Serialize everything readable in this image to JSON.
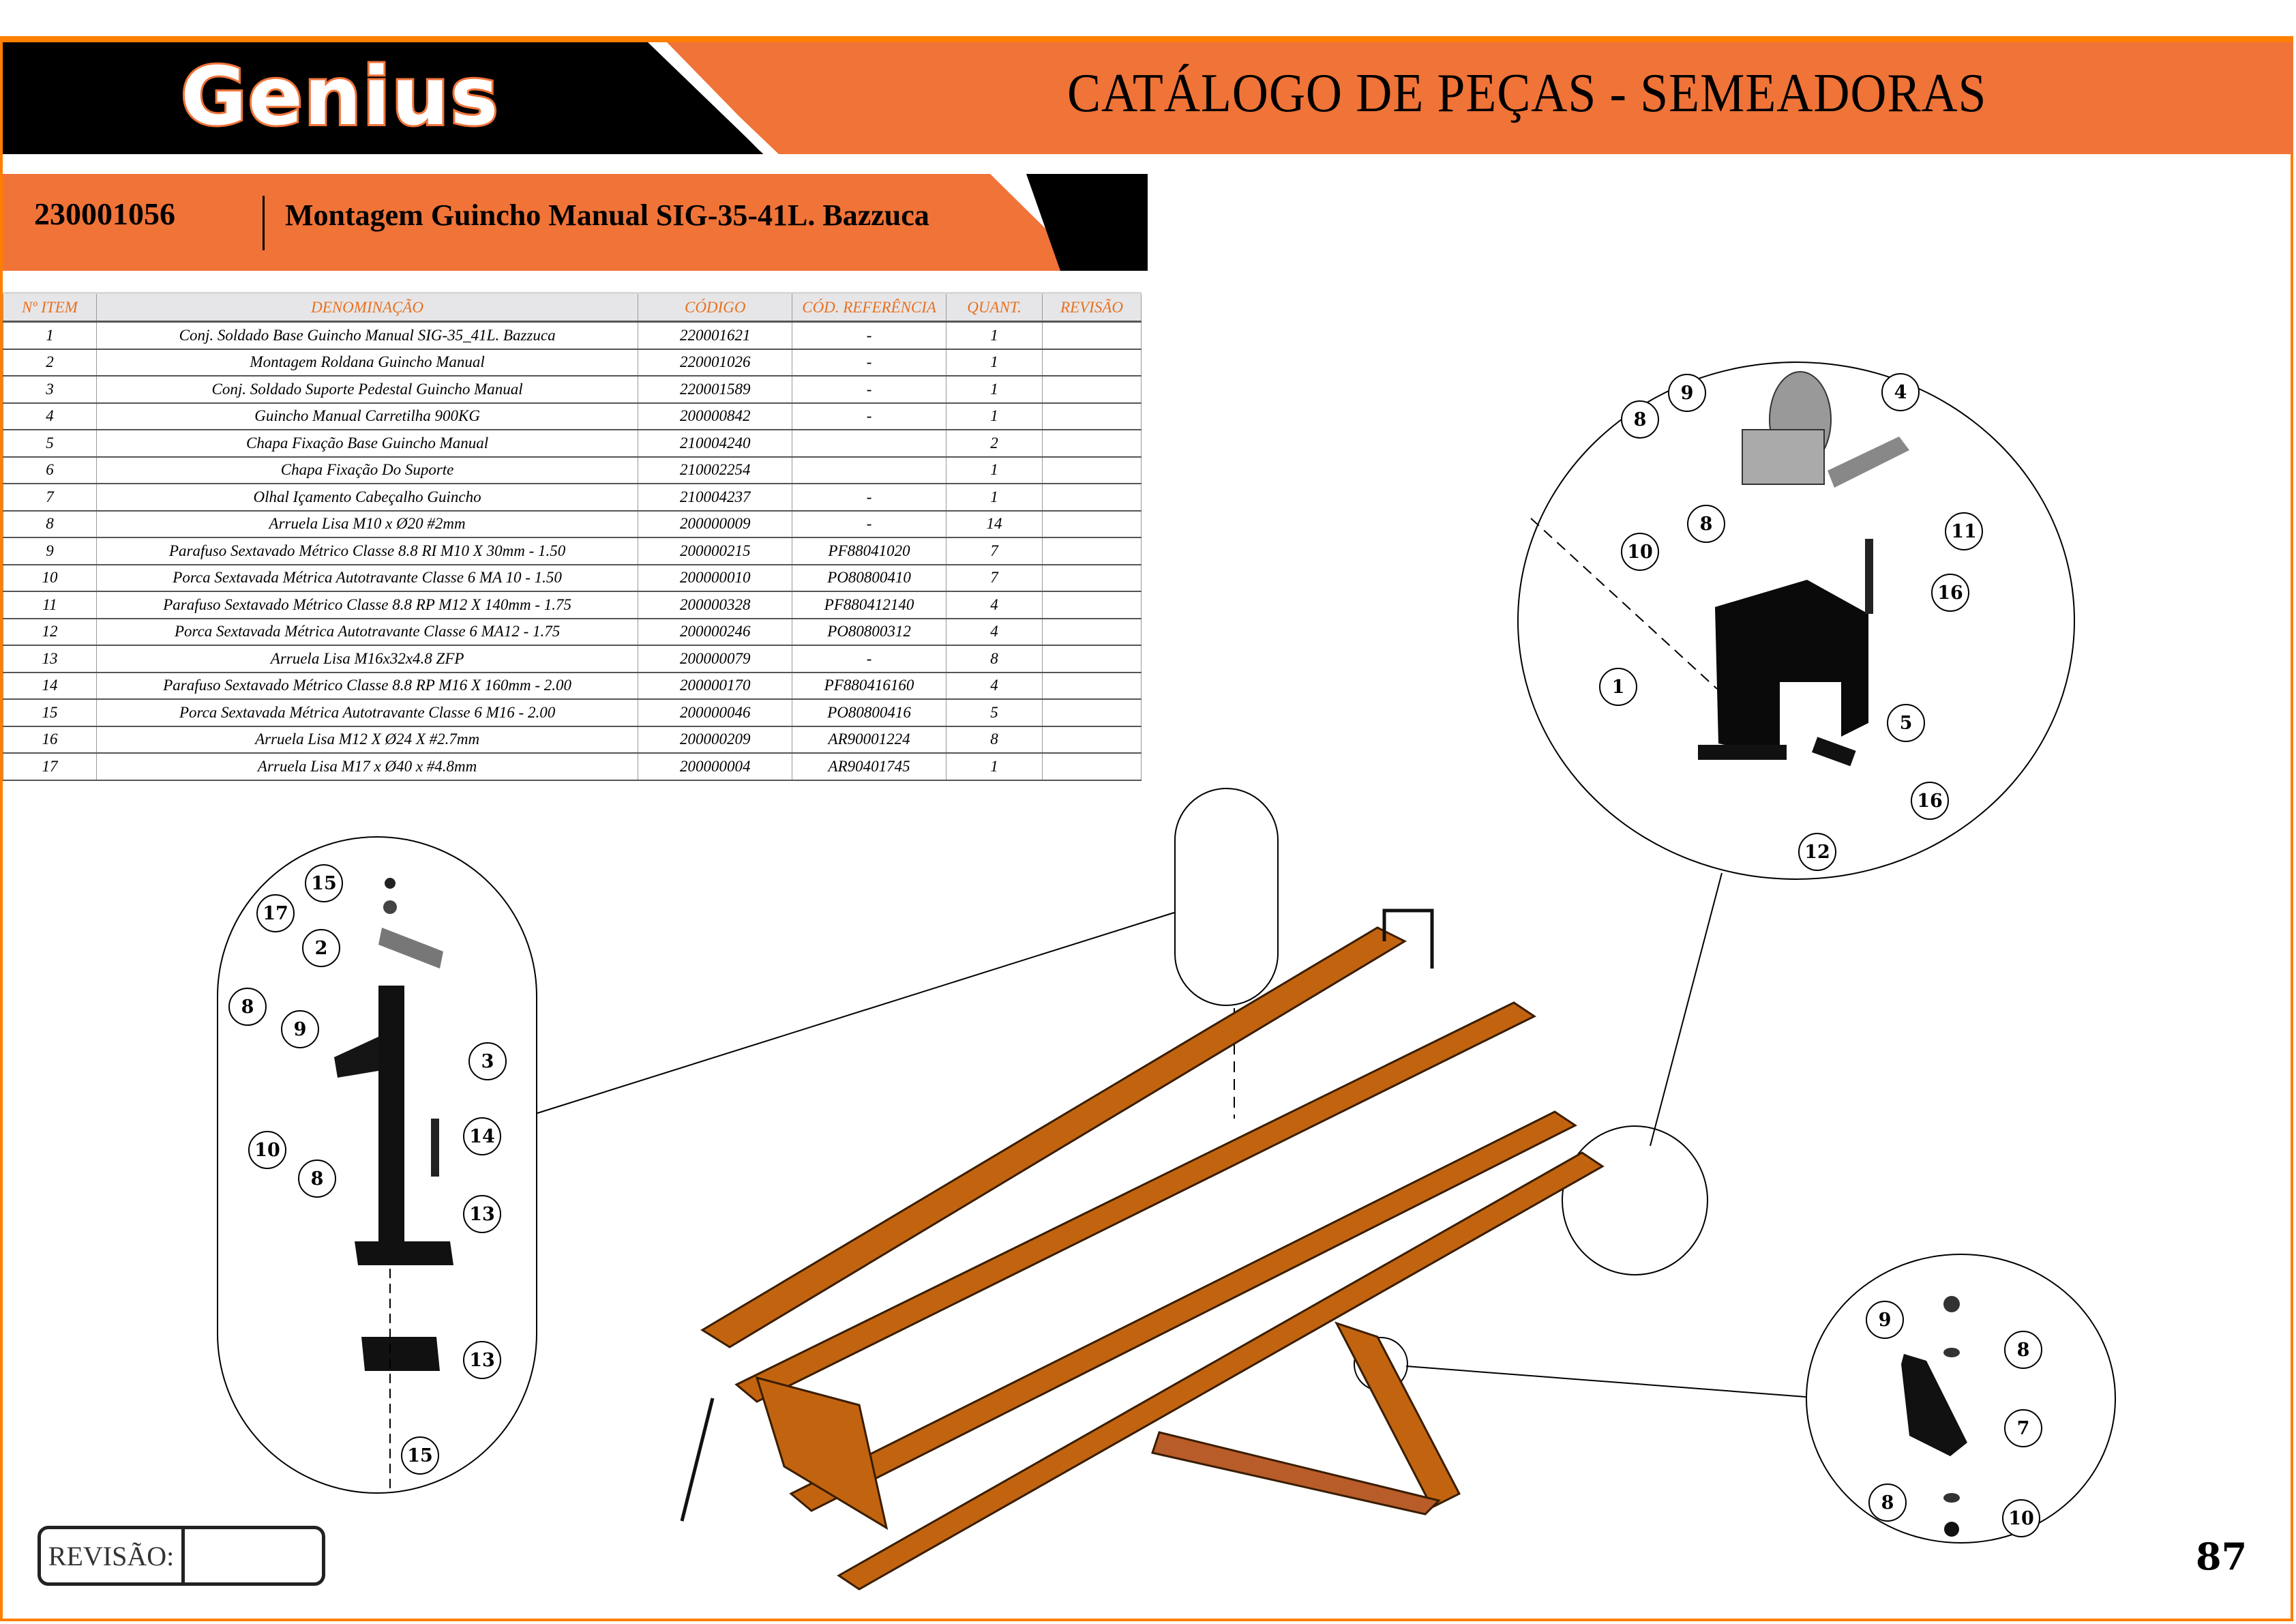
{
  "header": {
    "brand": "Genius",
    "catalog_title": "CATÁLOGO DE PEÇAS - SEMEADORAS",
    "colors": {
      "orange": "#f07338",
      "border_orange": "#ff7f00",
      "black": "#000000"
    }
  },
  "section": {
    "code": "230001056",
    "title": "Montagem Guincho Manual SIG-35-41L. Bazzuca"
  },
  "table": {
    "headers": [
      "Nº ITEM",
      "DENOMINAÇÃO",
      "CÓDIGO",
      "CÓD. REFERÊNCIA",
      "QUANT.",
      "REVISÃO"
    ],
    "rows": [
      {
        "item": "1",
        "name": "Conj. Soldado Base Guincho Manual SIG-35_41L. Bazzuca",
        "code": "220001621",
        "ref": "-",
        "qty": "1",
        "rev": ""
      },
      {
        "item": "2",
        "name": "Montagem Roldana Guincho Manual",
        "code": "220001026",
        "ref": "-",
        "qty": "1",
        "rev": ""
      },
      {
        "item": "3",
        "name": "Conj. Soldado Suporte Pedestal Guincho Manual",
        "code": "220001589",
        "ref": "-",
        "qty": "1",
        "rev": ""
      },
      {
        "item": "4",
        "name": "Guincho Manual Carretilha 900KG",
        "code": "200000842",
        "ref": "-",
        "qty": "1",
        "rev": ""
      },
      {
        "item": "5",
        "name": "Chapa Fixação Base Guincho Manual",
        "code": "210004240",
        "ref": "",
        "qty": "2",
        "rev": ""
      },
      {
        "item": "6",
        "name": "Chapa Fixação Do Suporte",
        "code": "210002254",
        "ref": "",
        "qty": "1",
        "rev": ""
      },
      {
        "item": "7",
        "name": "Olhal Içamento Cabeçalho Guincho",
        "code": "210004237",
        "ref": "-",
        "qty": "1",
        "rev": ""
      },
      {
        "item": "8",
        "name": "Arruela Lisa M10 x Ø20 #2mm",
        "code": "200000009",
        "ref": "-",
        "qty": "14",
        "rev": ""
      },
      {
        "item": "9",
        "name": "Parafuso Sextavado Métrico Classe 8.8 RI M10 X 30mm - 1.50",
        "code": "200000215",
        "ref": "PF88041020",
        "qty": "7",
        "rev": ""
      },
      {
        "item": "10",
        "name": "Porca Sextavada Métrica Autotravante Classe 6 MA 10 - 1.50",
        "code": "200000010",
        "ref": "PO80800410",
        "qty": "7",
        "rev": ""
      },
      {
        "item": "11",
        "name": "Parafuso Sextavado Métrico Classe 8.8 RP M12 X 140mm - 1.75",
        "code": "200000328",
        "ref": "PF880412140",
        "qty": "4",
        "rev": ""
      },
      {
        "item": "12",
        "name": "Porca Sextavada Métrica Autotravante Classe 6 MA12 - 1.75",
        "code": "200000246",
        "ref": "PO80800312",
        "qty": "4",
        "rev": ""
      },
      {
        "item": "13",
        "name": "Arruela Lisa M16x32x4.8 ZFP",
        "code": "200000079",
        "ref": "-",
        "qty": "8",
        "rev": ""
      },
      {
        "item": "14",
        "name": "Parafuso Sextavado Métrico Classe 8.8 RP M16 X 160mm - 2.00",
        "code": "200000170",
        "ref": "PF880416160",
        "qty": "4",
        "rev": ""
      },
      {
        "item": "15",
        "name": "Porca Sextavada Métrica Autotravante Classe 6 M16 - 2.00",
        "code": "200000046",
        "ref": "PO80800416",
        "qty": "5",
        "rev": ""
      },
      {
        "item": "16",
        "name": "Arruela Lisa M12 X Ø24 X #2.7mm",
        "code": "200000209",
        "ref": "AR90001224",
        "qty": "8",
        "rev": ""
      },
      {
        "item": "17",
        "name": "Arruela Lisa M17 x Ø40 x #4.8mm",
        "code": "200000004",
        "ref": "AR90401745",
        "qty": "1",
        "rev": ""
      }
    ]
  },
  "diagrams": {
    "winch_detail_callouts": [
      "9",
      "8",
      "4",
      "8",
      "10",
      "11",
      "16",
      "1",
      "5",
      "16",
      "12"
    ],
    "pedestal_detail_callouts": [
      "15",
      "17",
      "2",
      "8",
      "9",
      "3",
      "10",
      "8",
      "14",
      "13",
      "13",
      "15"
    ],
    "eyelet_detail_callouts": [
      "9",
      "8",
      "7",
      "8",
      "10"
    ]
  },
  "footer": {
    "revision_label": "REVISÃO:",
    "revision_value": "",
    "page_number": "87"
  }
}
